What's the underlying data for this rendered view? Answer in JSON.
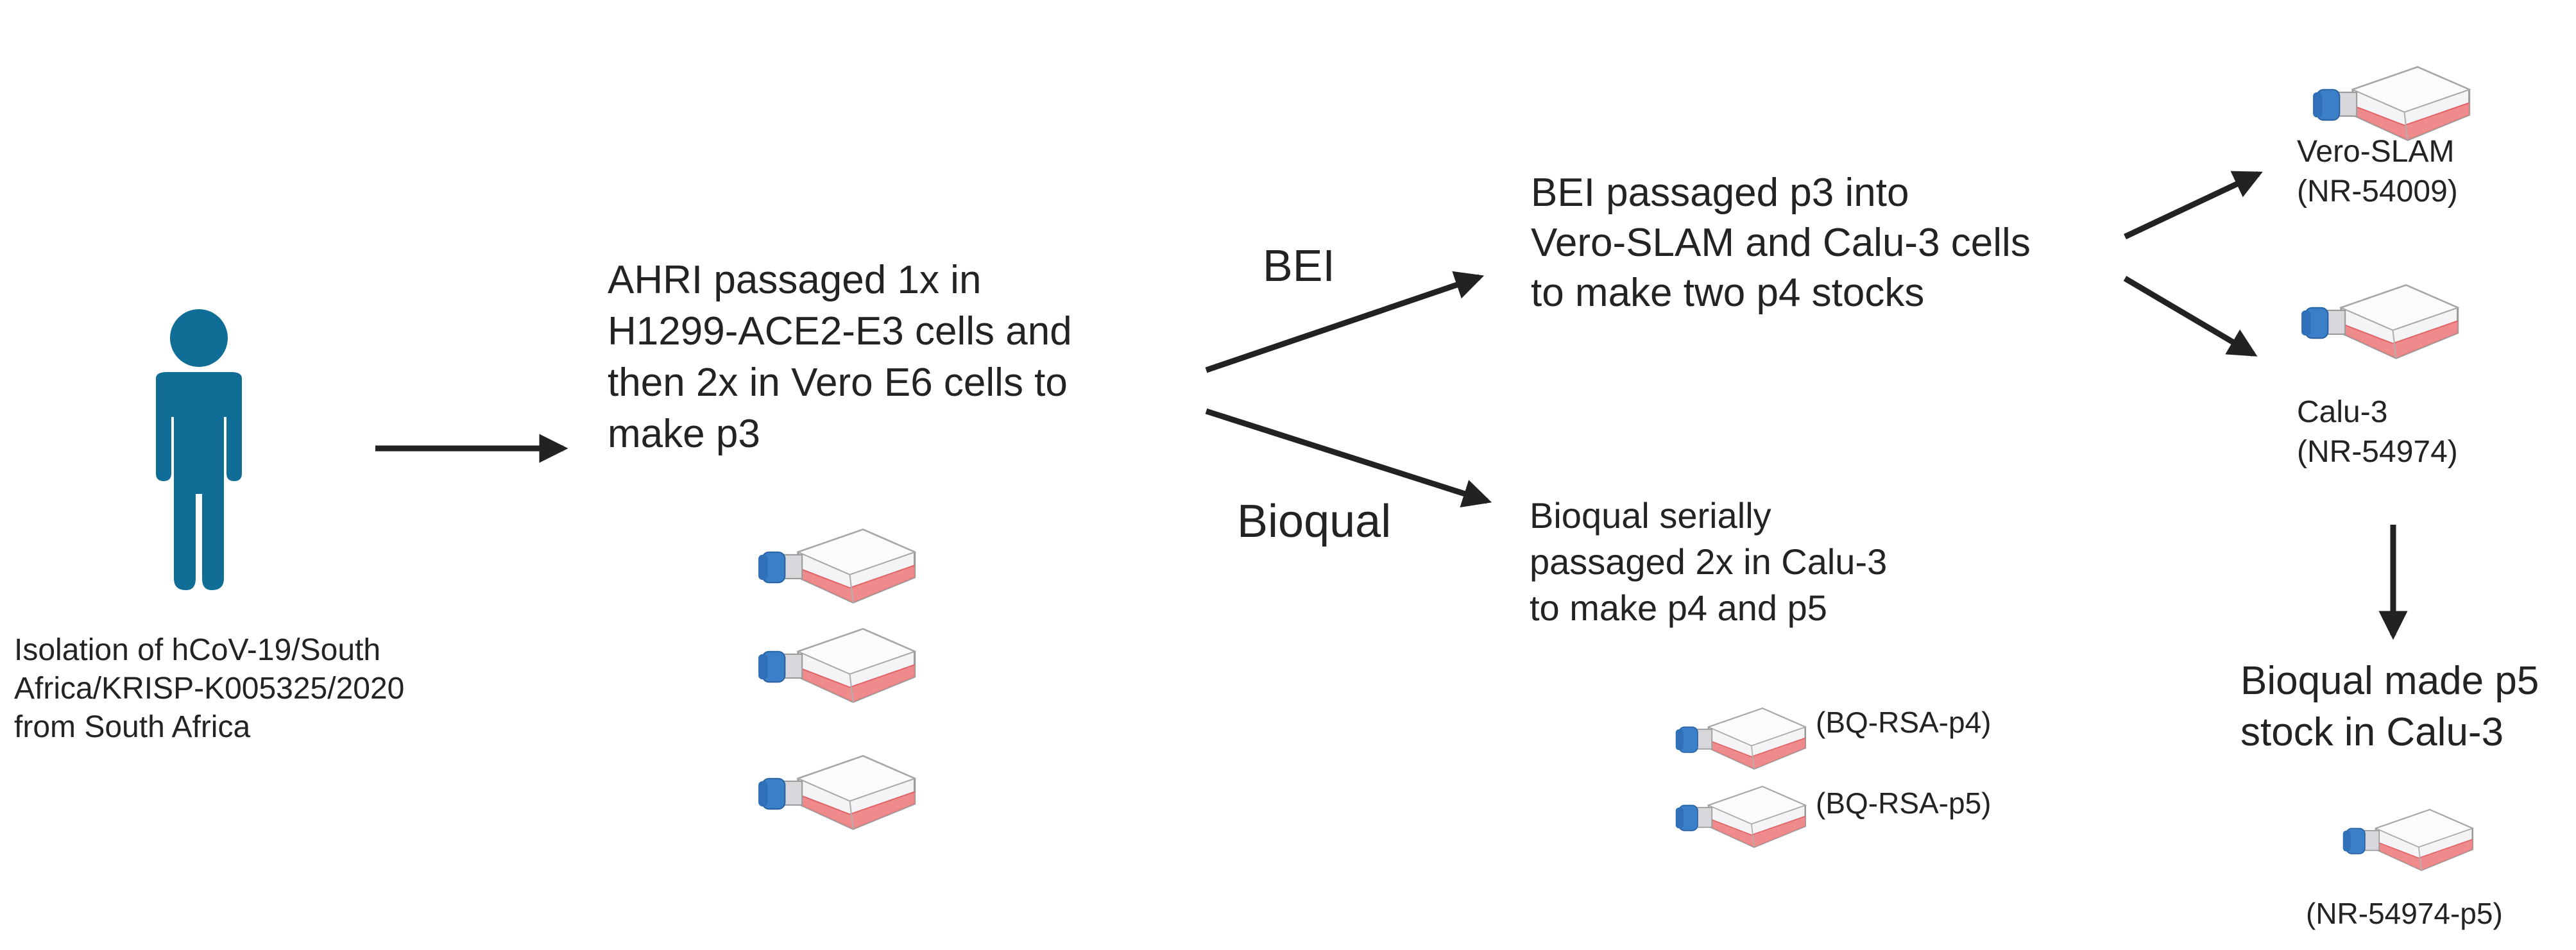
{
  "person": {
    "caption_lines": [
      "Isolation of hCoV-19/South",
      "Africa/KRISP-K005325/2020",
      "from South Africa"
    ]
  },
  "ahri": {
    "lines": [
      "AHRI passaged  1x in",
      "H1299-ACE2-E3 cells and",
      "then 2x in Vero E6 cells to",
      "make p3"
    ]
  },
  "branches": {
    "bei_label": "BEI",
    "bioqual_label": "Bioqual"
  },
  "bei": {
    "lines": [
      "BEI passaged p3 into",
      "Vero-SLAM and Calu-3 cells",
      "to make two p4 stocks"
    ]
  },
  "bioqual": {
    "lines": [
      "Bioqual serially",
      "passaged 2x in Calu-3",
      "to make p4 and p5"
    ],
    "stock1": "(BQ-RSA-p4)",
    "stock2": "(BQ-RSA-p5)"
  },
  "vero_slam": {
    "name": "Vero-SLAM",
    "id": "(NR-54009)"
  },
  "calu3": {
    "name": "Calu-3",
    "id": "(NR-54974)"
  },
  "bioqual_p5": {
    "lines": [
      "Bioqual made p5",
      "stock in Calu-3"
    ],
    "id": "(NR-54974-p5)"
  },
  "colors": {
    "person": "#0f6d96",
    "flask_cap": "#3a7fc8",
    "flask_media": "#ef7f82",
    "arrow": "#222222"
  }
}
